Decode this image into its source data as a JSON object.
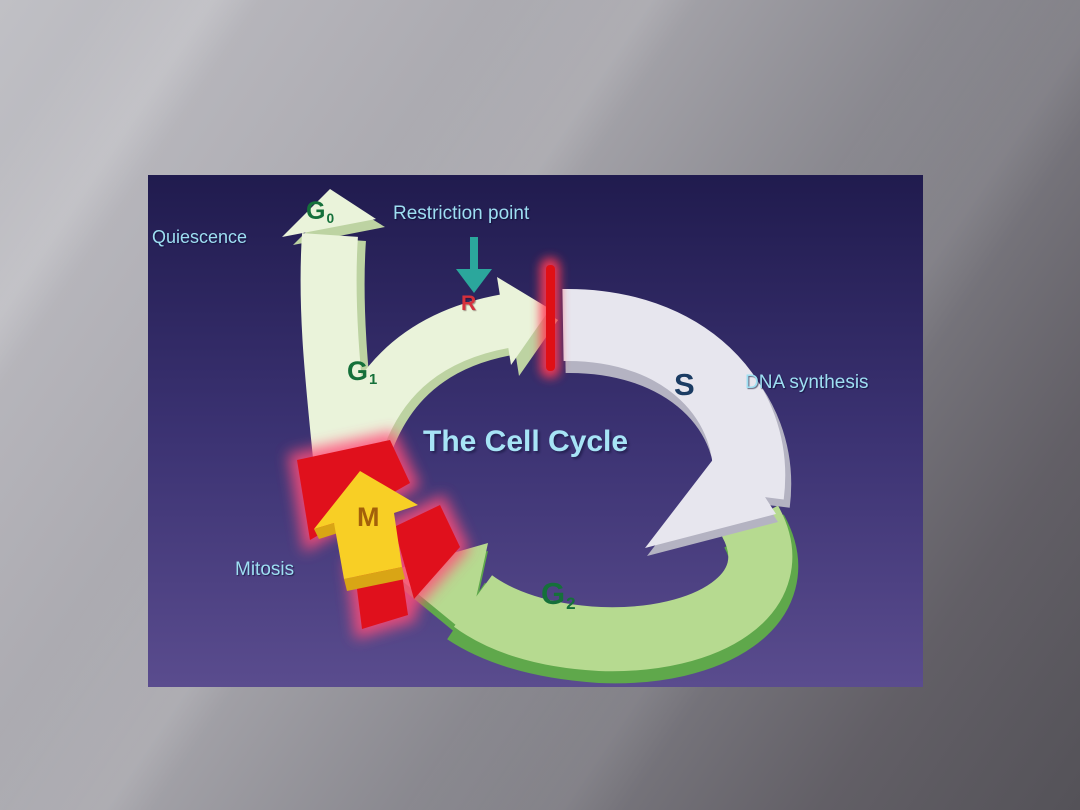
{
  "slide": {
    "image": {
      "title": "The Cell Cycle",
      "labels": {
        "quiescence": "Quiescence",
        "restriction_point": "Restriction point",
        "dna_synthesis": "DNA synthesis",
        "mitosis": "Mitosis"
      },
      "markers": {
        "r": "R",
        "s": "S",
        "m": "M",
        "g0": {
          "letter": "G",
          "sub": "0"
        },
        "g1": {
          "letter": "G",
          "sub": "1"
        },
        "g2": {
          "letter": "G",
          "sub": "2"
        }
      },
      "colors": {
        "slide_bg_light": "#c0c0c5",
        "slide_bg_dark": "#545258",
        "diagram_bg_top": "#201b4e",
        "diagram_bg_bottom": "#5a4c8e",
        "arrow_pale_green": "#eaf3da",
        "arrow_pale_green_side": "#bdd3a2",
        "arrow_green": "#b6da90",
        "arrow_green_side": "#5fa84b",
        "arrow_gray": "#e7e6ee",
        "arrow_gray_side": "#b4b3c2",
        "arrow_red": "#e0101c",
        "arrow_yellow": "#f8cf25",
        "arrow_yellow_side": "#d9a515",
        "glow_pink": "#ff4d79",
        "restriction_bar_red": "#e01015",
        "pointer_teal": "#2ba79c",
        "text_light_blue": "#9edff2",
        "text_dark_green": "#15703a",
        "text_navy": "#1b3c63",
        "text_red": "#d5303c",
        "text_brown": "#a3600a"
      }
    }
  }
}
